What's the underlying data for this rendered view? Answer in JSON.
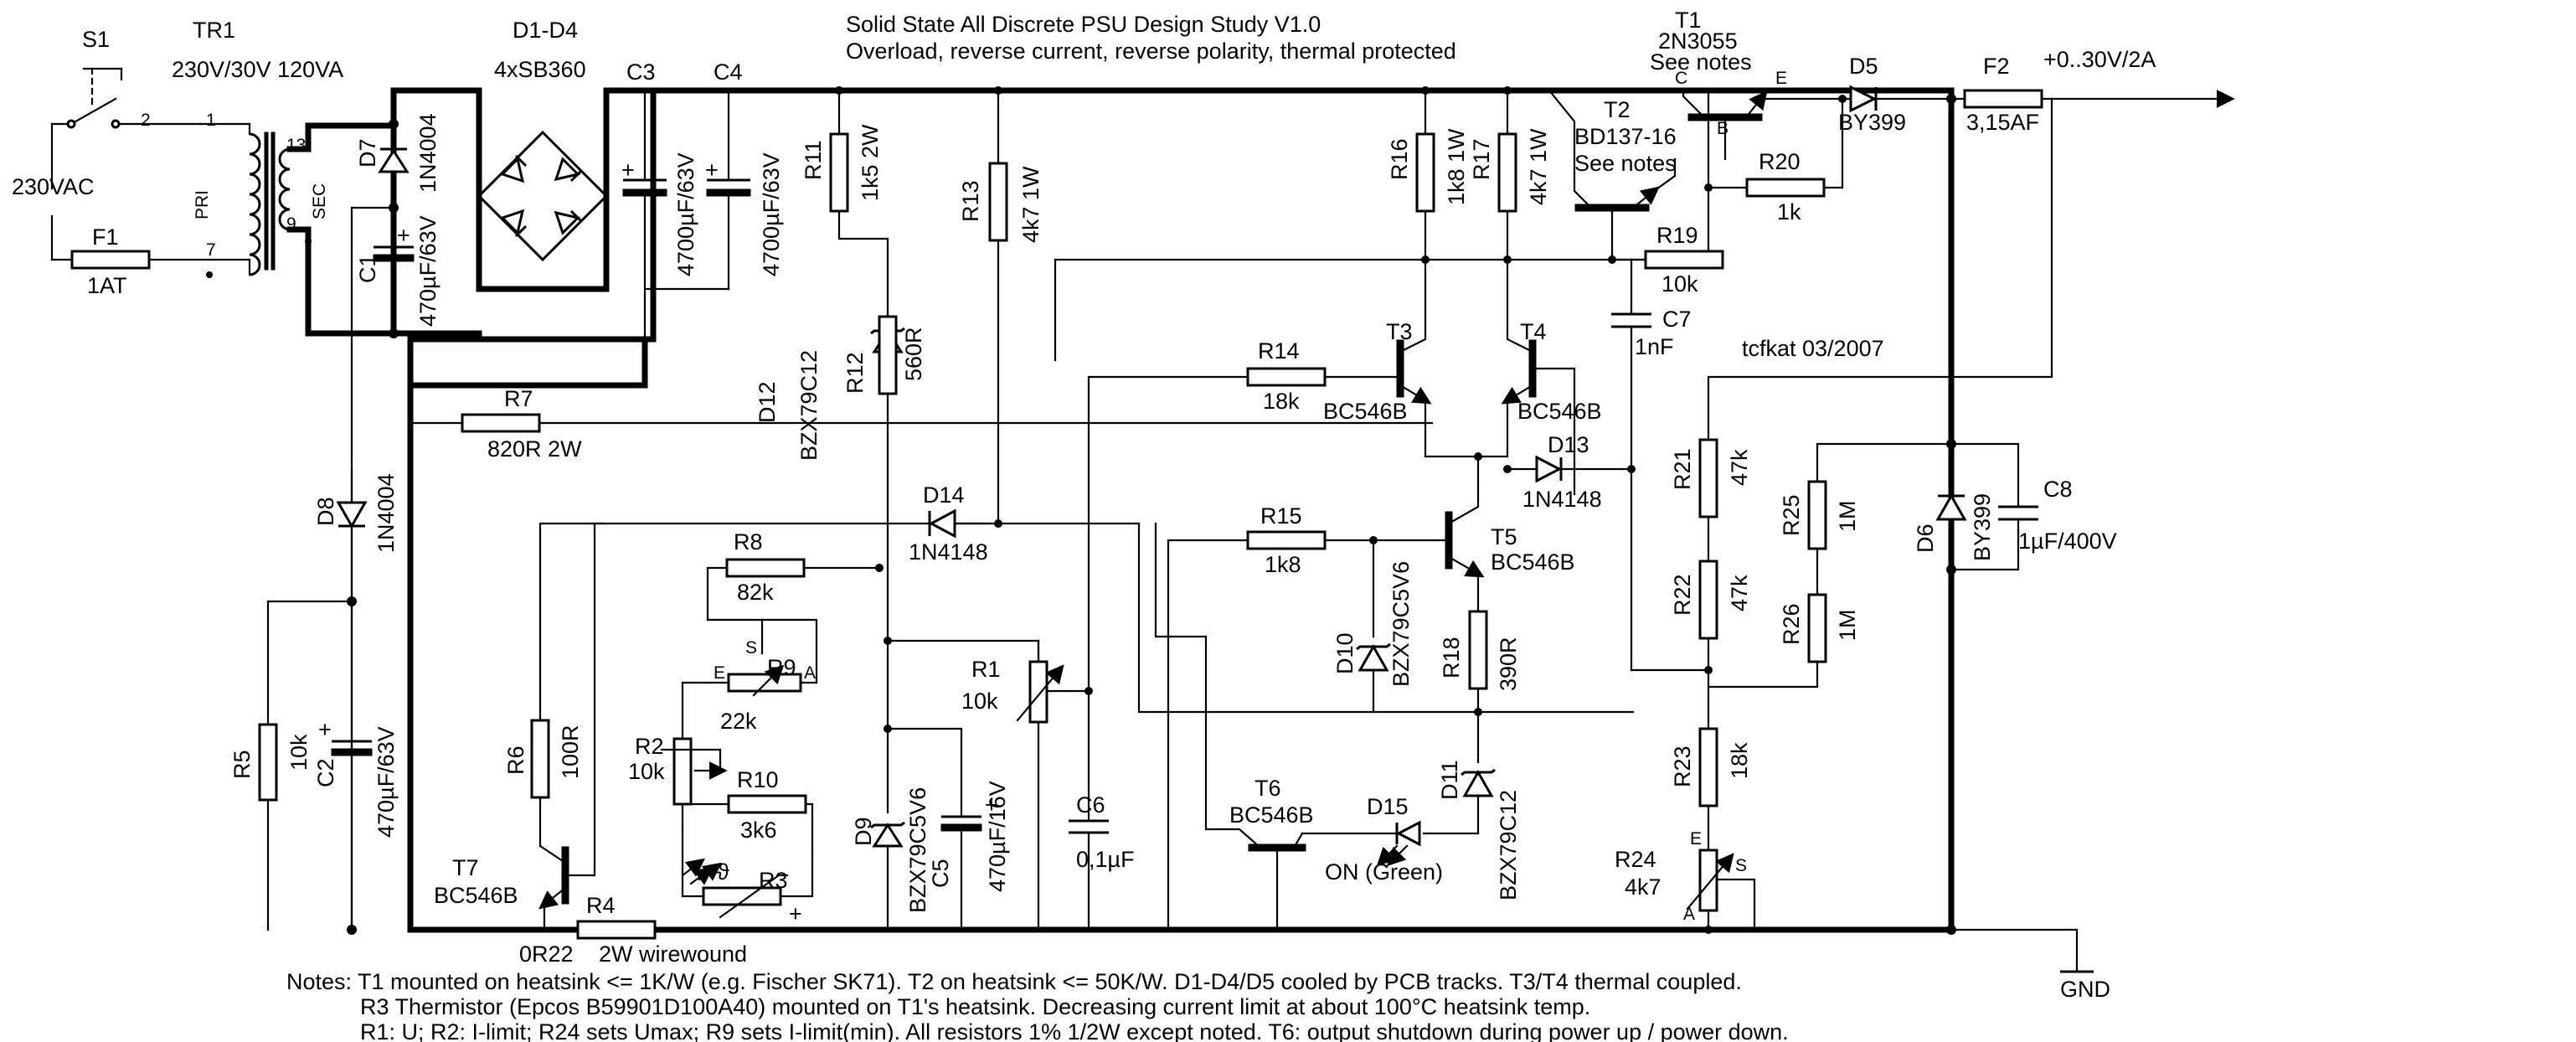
{
  "title": "Solid State All Discrete PSU Design Study V1.0",
  "subtitle": "Overload, reverse current, reverse polarity, thermal protected",
  "author": "tcfkat 03/2007",
  "labels": {
    "s1": "S1",
    "mains": "230VAC",
    "f1": "F1",
    "f1v": "1AT",
    "tr1": "TR1",
    "tr1v": "230V/30V 120VA",
    "pin1": "1",
    "pin2": "2",
    "pin7": "7",
    "pin13": "13",
    "pin9": "9",
    "pri": "PRI",
    "sec": "SEC",
    "d7": "D7",
    "d7v": "1N4004",
    "c1": "C1",
    "c1v": "470µF/63V",
    "d1d4": "D1-D4",
    "d1d4v": "4xSB360",
    "c3": "C3",
    "c3v": "4700µF/63V",
    "c4": "C4",
    "c4v": "4700µF/63V",
    "d8": "D8",
    "d8v": "1N4004",
    "r5": "R5",
    "r5v": "10k",
    "c2": "C2",
    "c2v": "470µF/63V",
    "r7": "R7",
    "r7v": "820R 2W",
    "r6": "R6",
    "r6v": "100R",
    "t7": "T7",
    "t7v": "BC546B",
    "r4": "R4",
    "r4v1": "0R22",
    "r4v2": "2W wirewound",
    "r8": "R8",
    "r8v": "82k",
    "r9": "R9",
    "r9v": "22k",
    "r9s": "S",
    "r9e": "E",
    "r9a": "A",
    "r2": "R2",
    "r2v": "10k",
    "r10": "R10",
    "r10v": "3k6",
    "r3": "R3",
    "r3t": "ϑ",
    "r3p": "+",
    "r11": "R11",
    "r11v": "1k5 2W",
    "d12": "D12",
    "d12v": "BZX79C12",
    "r12": "R12",
    "r12v": "560R",
    "r13": "R13",
    "r13v": "4k7 1W",
    "d14": "D14",
    "d14v": "1N4148",
    "r1": "R1",
    "r1v": "10k",
    "d9": "D9",
    "d9v": "BZX79C5V6",
    "c5": "C5",
    "c5v": "470µF/16V",
    "c6": "C6",
    "c6v": "0,1µF",
    "r14": "R14",
    "r14v": "18k",
    "r15": "R15",
    "r15v": "1k8",
    "t3": "T3",
    "t3v": "BC546B",
    "t4": "T4",
    "t4v": "BC546B",
    "t5": "T5",
    "t5v": "BC546B",
    "t6": "T6",
    "t6v": "BC546B",
    "d13": "D13",
    "d13v": "1N4148",
    "d10": "D10",
    "d10v": "BZX79C5V6",
    "r18": "R18",
    "r18v": "390R",
    "d11": "D11",
    "d11v": "BZX79C12",
    "d15": "D15",
    "d15v": "ON (Green)",
    "r16": "R16",
    "r16v": "1k8 1W",
    "r17": "R17",
    "r17v": "4k7 1W",
    "t2": "T2",
    "t2v": "BD137-16",
    "t2n": "See notes",
    "t1": "T1",
    "t1v": "2N3055",
    "t1n": "See notes",
    "t1c": "C",
    "t1e": "E",
    "t1b": "B",
    "r20": "R20",
    "r20v": "1k",
    "r19": "R19",
    "r19v": "10k",
    "c7": "C7",
    "c7v": "1nF",
    "d5": "D5",
    "d5v": "BY399",
    "f2": "F2",
    "f2v": "3,15AF",
    "out": "+0..30V/2A",
    "r21": "R21",
    "r21v": "47k",
    "r22": "R22",
    "r22v": "47k",
    "r23": "R23",
    "r23v": "18k",
    "r24": "R24",
    "r24v": "4k7",
    "r24e": "E",
    "r24s": "S",
    "r24a": "A",
    "r25": "R25",
    "r25v": "1M",
    "r26": "R26",
    "r26v": "1M",
    "d6": "D6",
    "d6v": "BY399",
    "c8": "C8",
    "c8v": "1µF/400V",
    "gnd": "GND"
  },
  "notes": [
    "Notes: T1 mounted on heatsink <= 1K/W (e.g. Fischer SK71). T2 on heatsink <= 50K/W. D1-D4/D5 cooled by PCB tracks. T3/T4 thermal coupled.",
    "R3 Thermistor (Epcos B59901D100A40) mounted on T1's heatsink. Decreasing current limit at about 100°C heatsink temp.",
    "R1: U;  R2: I-limit; R24 sets Umax; R9 sets I-limit(min). All resistors 1% 1/2W except noted. T6: output shutdown during power up / power down."
  ]
}
